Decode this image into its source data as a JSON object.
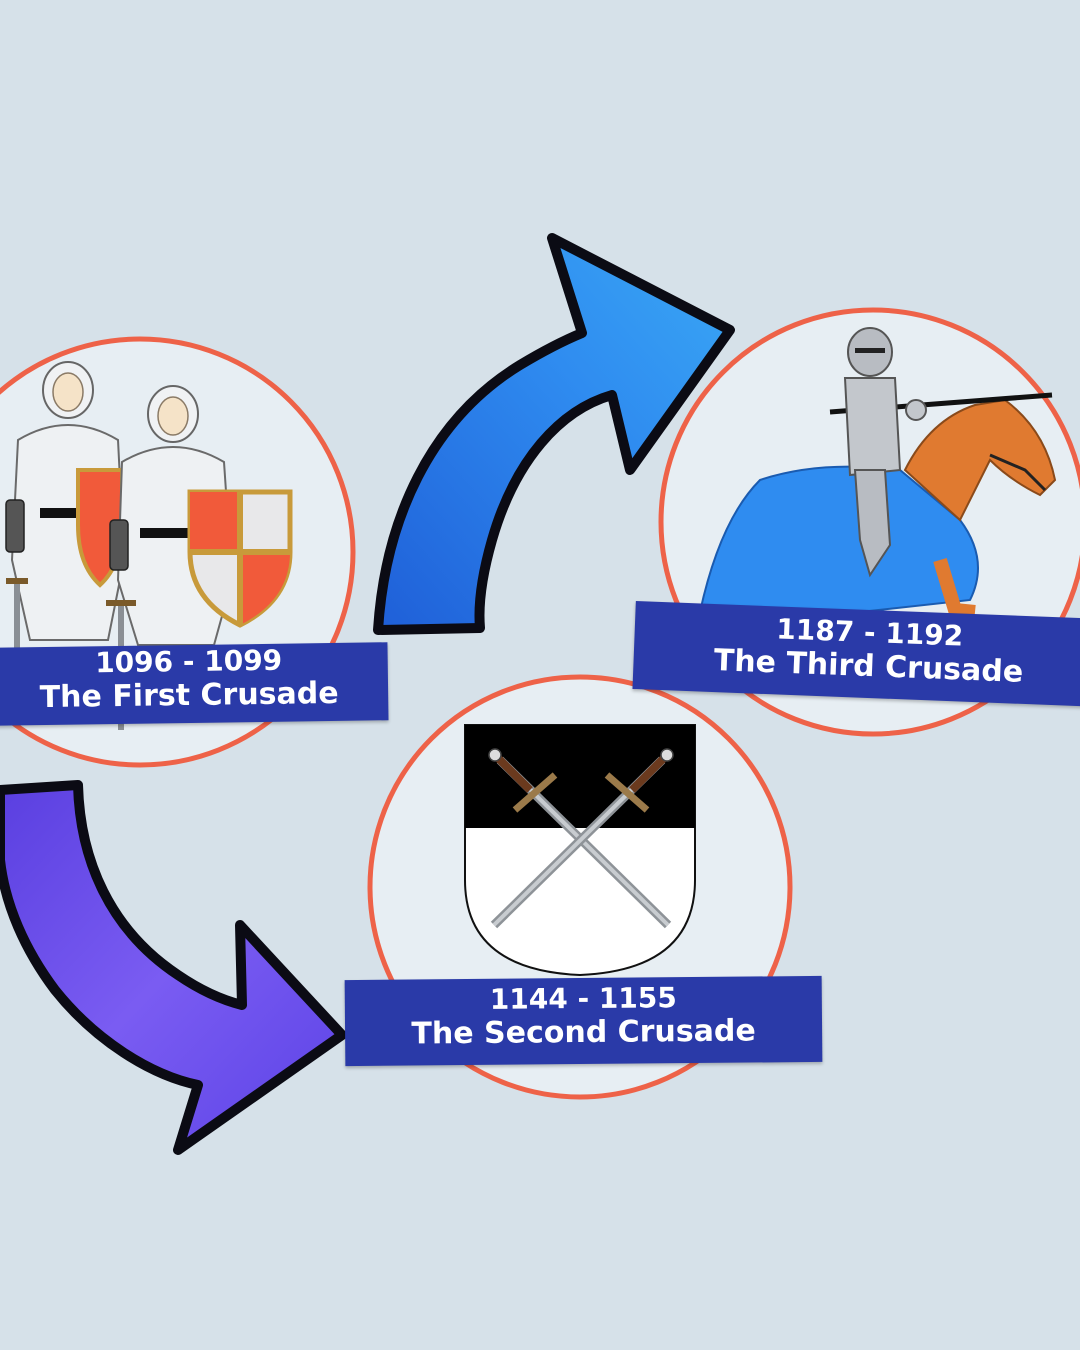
{
  "nodes": [
    {
      "dates": "1096 - 1099",
      "title": "The First Crusade",
      "illustration": "two-crusader-knights-with-shields"
    },
    {
      "dates": "1144 - 1155",
      "title": "The Second Crusade",
      "illustration": "crossed-swords-heraldic-shield"
    },
    {
      "dates": "1187 - 1192",
      "title": "The Third Crusade",
      "illustration": "armored-knight-on-horse-with-lance"
    }
  ],
  "arrows": [
    {
      "from": "The First Crusade",
      "to": "The Second Crusade",
      "color": "#6a4ff0"
    },
    {
      "from": "The Second Crusade",
      "to": "The Third Crusade",
      "color": "#2f8cf0"
    }
  ],
  "colors": {
    "background": "#d6e1e9",
    "circle_outline": "#ee6248",
    "banner": "#2a3aa8",
    "banner_text": "#ffffff"
  }
}
